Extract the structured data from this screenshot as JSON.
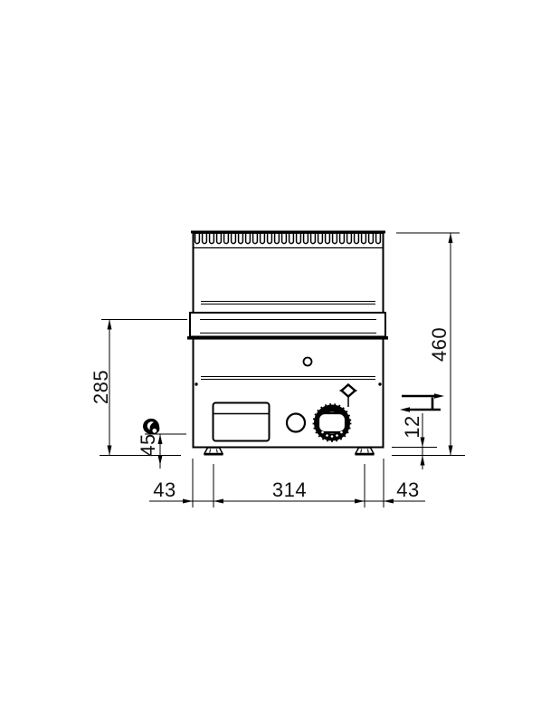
{
  "drawing": {
    "name": "countertop-appliance-front-view-technical-drawing",
    "colors": {
      "line": "#000000",
      "background": "#ffffff"
    },
    "dims": {
      "total_height": "460",
      "worktop_height": "285",
      "gas_connection_height": "45",
      "foot_clearance": "12",
      "edge_to_foot_left": "43",
      "foot_spacing": "314",
      "edge_to_foot_right": "43"
    },
    "icons": {
      "gas_flame": "gas-connection-flame-icon",
      "in_out": "connection-in-out-arrows-icon",
      "valve": "gas-valve-diamond-icon",
      "ribbed_edge": "ribbed-top-edge",
      "knob": "control-knob",
      "button": "push-button",
      "drawer": "grease-drawer"
    }
  }
}
